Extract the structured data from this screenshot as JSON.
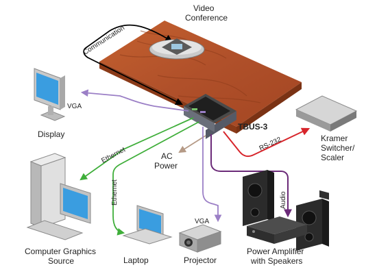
{
  "labels": {
    "video_conference": [
      "Video",
      "Conference"
    ],
    "communication": "Communication",
    "vga_display": "VGA",
    "display": "Display",
    "tbus": "TBUS-3",
    "kramer": [
      "Kramer",
      "Switcher/",
      "Scaler"
    ],
    "rs232": "RS-232",
    "ethernet_1": "Ethernet",
    "ac_power": [
      "AC",
      "Power"
    ],
    "ethernet_2": "Ethernet",
    "computer": [
      "Computer Graphics",
      "Source"
    ],
    "laptop": "Laptop",
    "vga_projector": "VGA",
    "projector": "Projector",
    "audio": "Audio",
    "amplifier": [
      "Power Amplifier",
      "with Speakers"
    ]
  },
  "colors": {
    "communication": "#000000",
    "vga": "#9b7fc6",
    "ethernet": "#3fae3a",
    "ac_power": "#b59a86",
    "rs232": "#d7252b",
    "audio": "#6b2a78",
    "table_wood": "#b4542a",
    "table_edge": "#8a3a18"
  },
  "icons": {
    "conference": "conference-phone-icon",
    "display": "monitor-icon",
    "computer": "desktop-computer-icon",
    "laptop": "laptop-icon",
    "projector": "projector-icon",
    "amplifier": "amplifier-speakers-icon",
    "kramer": "switcher-scaler-icon",
    "tbus": "table-connection-bus-icon"
  }
}
